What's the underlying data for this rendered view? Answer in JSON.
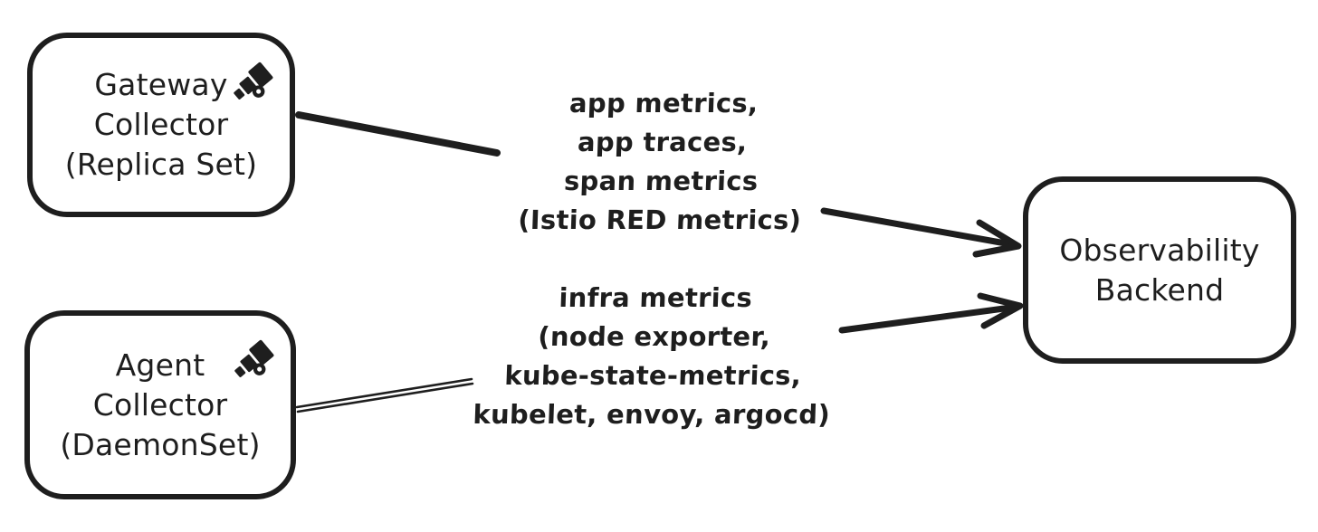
{
  "diagram": {
    "colors": {
      "stroke": "#1e1e1e",
      "background": "#ffffff"
    },
    "nodes": [
      {
        "id": "gateway-collector",
        "icon": "telescope-icon",
        "lines": [
          "Gateway",
          "Collector",
          "(Replica Set)"
        ]
      },
      {
        "id": "agent-collector",
        "icon": "telescope-icon",
        "lines": [
          "Agent",
          "Collector",
          "(DaemonSet)"
        ]
      },
      {
        "id": "observability-backend",
        "lines": [
          "Observability",
          "Backend"
        ]
      }
    ],
    "edges": [
      {
        "from": "gateway-collector",
        "to": "observability-backend",
        "label_lines": [
          "app metrics,",
          "app traces,",
          "span metrics",
          "(Istio RED metrics)"
        ]
      },
      {
        "from": "agent-collector",
        "to": "observability-backend",
        "label_lines": [
          "infra metrics",
          "(node exporter,",
          "kube-state-metrics,",
          "kubelet, envoy, argocd)"
        ]
      }
    ]
  }
}
